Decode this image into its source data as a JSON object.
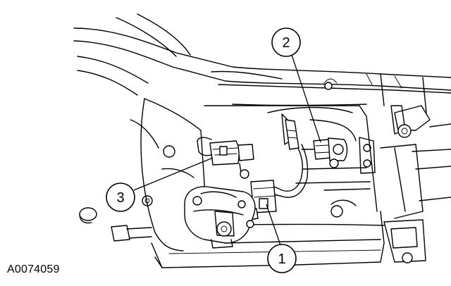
{
  "figure_id": "A0074059",
  "callouts": [
    {
      "label": "1",
      "part": "connector-1"
    },
    {
      "label": "2",
      "part": "connector-2"
    },
    {
      "label": "3",
      "part": "connector-3"
    }
  ],
  "colors": {
    "line": "#000000",
    "background": "#ffffff"
  }
}
